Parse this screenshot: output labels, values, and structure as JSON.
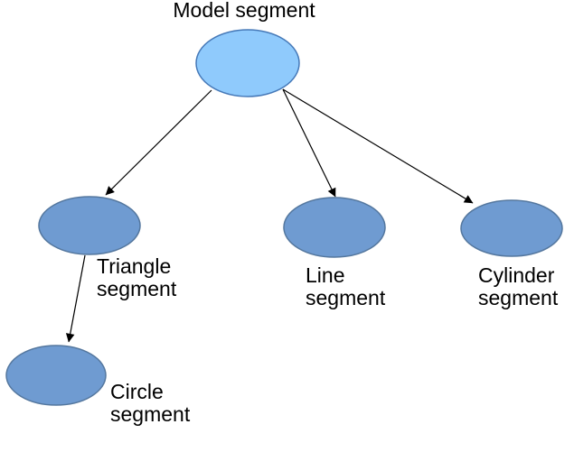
{
  "diagram": {
    "type": "tree",
    "nodes": [
      {
        "id": "model",
        "label": "Model segment",
        "role": "root"
      },
      {
        "id": "triangle",
        "label": "Triangle segment",
        "role": "child"
      },
      {
        "id": "line",
        "label": "Line segment",
        "role": "child"
      },
      {
        "id": "cylinder",
        "label": "Cylinder segment",
        "role": "child"
      },
      {
        "id": "circle",
        "label": "Circle segment",
        "role": "child"
      }
    ],
    "edges": [
      {
        "from": "model",
        "to": "triangle"
      },
      {
        "from": "model",
        "to": "line"
      },
      {
        "from": "model",
        "to": "cylinder"
      },
      {
        "from": "triangle",
        "to": "circle"
      }
    ],
    "colors": {
      "root_fill": "#8FCAFC",
      "root_stroke": "#4679B8",
      "child_fill": "#6F9BD1",
      "child_stroke": "#54779E",
      "edge_color": "#000000",
      "background": "#FFFFFF"
    }
  }
}
